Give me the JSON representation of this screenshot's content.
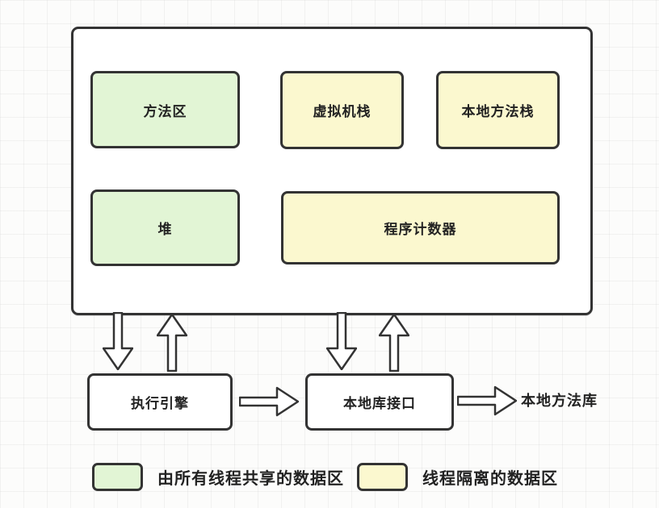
{
  "diagram": {
    "runtime_boxes": {
      "method_area": "方法区",
      "vm_stack": "虚拟机栈",
      "native_method_stack": "本地方法栈",
      "heap": "堆",
      "program_counter": "程序计数器"
    },
    "engine_row": {
      "execution_engine": "执行引擎",
      "native_library_interface": "本地库接口",
      "native_method_library": "本地方法库"
    },
    "legend": {
      "shared_label": "由所有线程共享的数据区",
      "isolated_label": "线程隔离的数据区"
    },
    "colors": {
      "shared_fill": "#e2f5d5",
      "isolated_fill": "#fbf8cf",
      "stroke": "#333333"
    }
  }
}
